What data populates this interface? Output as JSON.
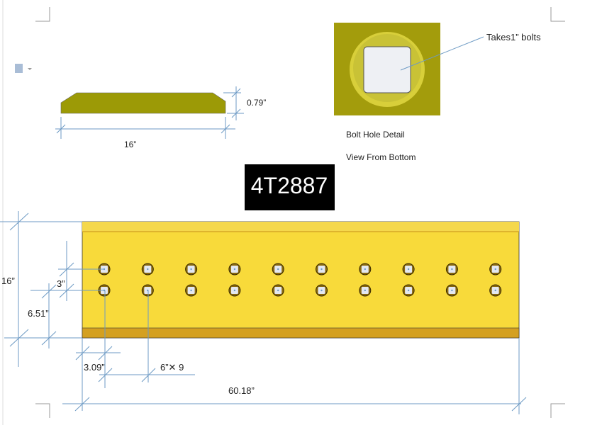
{
  "document": {
    "part_number": "4T2887",
    "bolt_callout": "Takes1”  bolts",
    "bolt_detail_title": "Bolt Hole Detail",
    "bolt_detail_view": "View From Bottom",
    "dimensions": {
      "profile_length": "16”",
      "profile_thickness": "0.79”",
      "blade_height": "16”",
      "hole_row_spacing": "3”",
      "hole_height_from_edge": "6.51”",
      "first_hole_offset": "3.09”",
      "hole_pitch": "6”✕ 9",
      "blade_length": "60.18”"
    },
    "hole_columns": 10,
    "hole_rows": 2
  },
  "colors": {
    "blade": "#f8da3a",
    "profile": "#9c9a06",
    "dimension": "#6d9ac4"
  }
}
